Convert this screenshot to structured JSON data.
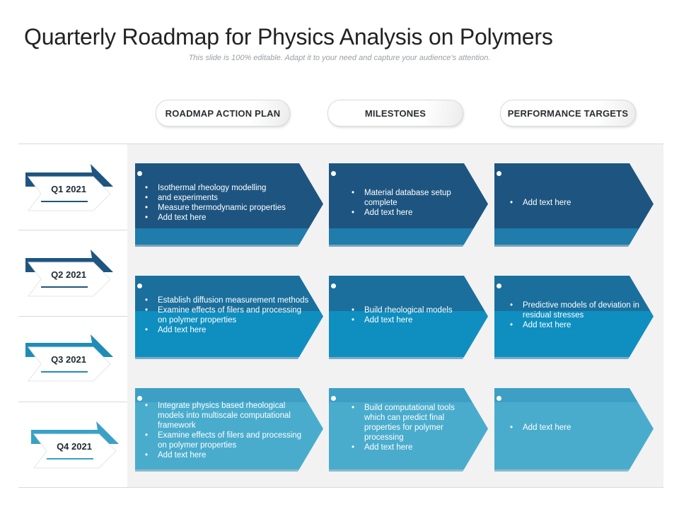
{
  "title": "Quarterly Roadmap for Physics Analysis on Polymers",
  "subtitle": "This slide is 100% editable. Adapt it to your need and capture your audience’s attention.",
  "columns": [
    "ROADMAP ACTION PLAN",
    "MILESTONES",
    "PERFORMANCE TARGETS"
  ],
  "rows": [
    {
      "quarter": "Q1 2021",
      "color": "#1d5580",
      "cells": [
        [
          "Isothermal rheology modelling",
          "and experiments",
          "Measure thermodynamic properties",
          "Add text here"
        ],
        [
          "Material database setup complete",
          "Add text here"
        ],
        [
          "Add text here"
        ]
      ]
    },
    {
      "quarter": "Q2 2021",
      "color": "#1f73a3",
      "cells": [
        [
          "Establish diffusion measurement methods",
          "Examine effects of filers and processing on polymer properties",
          "Add text here"
        ],
        [
          "Build rheological models",
          "Add text here"
        ],
        [
          "Predictive models of deviation in residual stresses",
          "Add text here"
        ]
      ]
    },
    {
      "quarter": "Q3 2021",
      "color": "#1f8cb8",
      "cells": [
        [],
        [],
        []
      ]
    },
    {
      "quarter": "Q4 2021",
      "color": "#3aa1c6",
      "cells": [
        [
          "Integrate physics based rheological models into multiscale computational framework",
          "Examine effects of filers and processing on polymer properties",
          "Add text here"
        ],
        [
          "Build computational tools which can predict final properties for polymer processing",
          "Add text here"
        ],
        [
          "Add text here"
        ]
      ]
    }
  ]
}
